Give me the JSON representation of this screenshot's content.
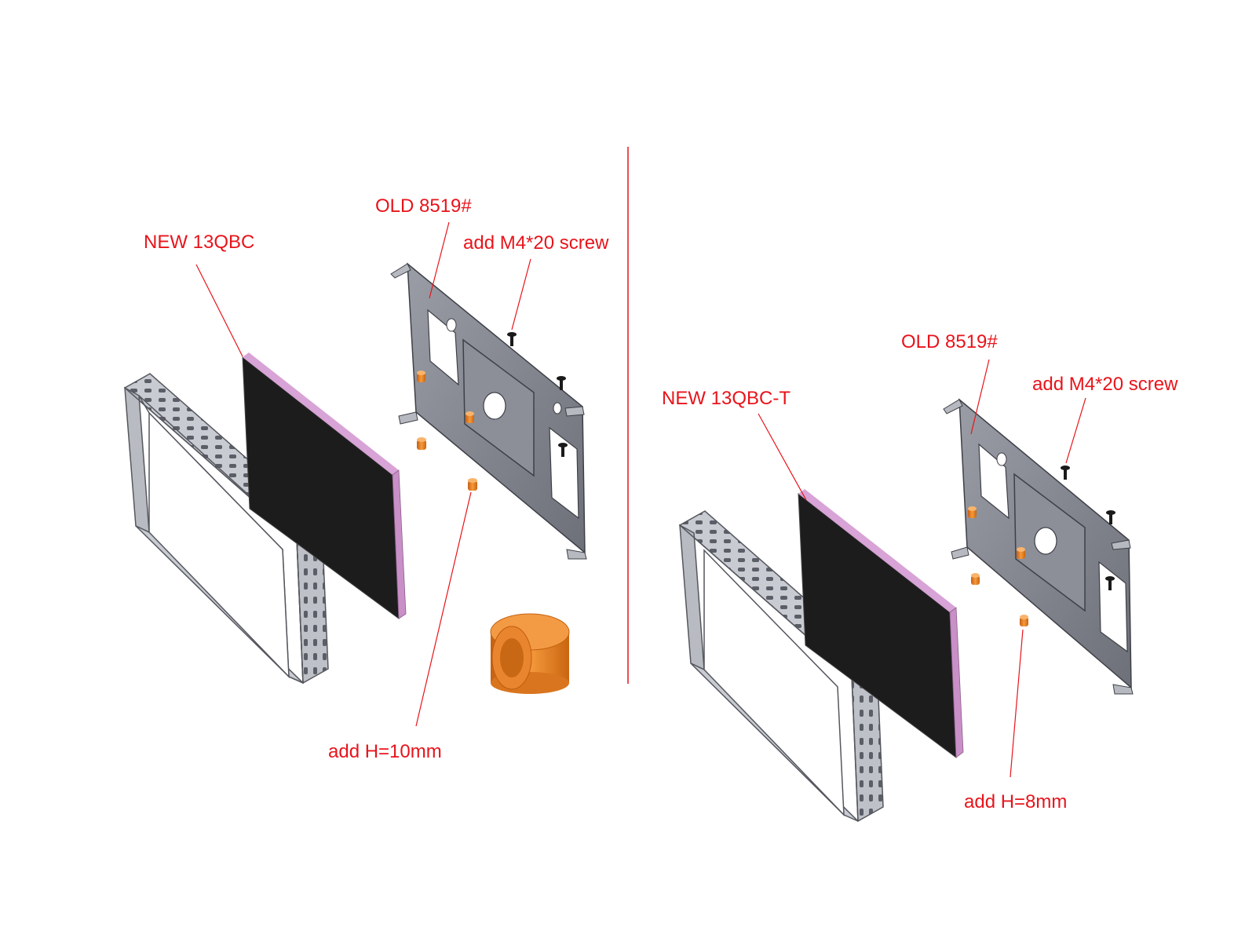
{
  "diagram": {
    "left_assembly": {
      "new_panel_label": "NEW 13QBC",
      "old_bracket_label": "OLD 8519#",
      "screw_label": "add M4*20 screw",
      "spacer_label": "add H=10mm"
    },
    "right_assembly": {
      "new_panel_label": "NEW 13QBC-T",
      "old_bracket_label": "OLD 8519#",
      "screw_label": "add M4*20 screw",
      "spacer_label": "add H=8mm"
    }
  },
  "colors": {
    "annotation": "#e8141b",
    "frame": "#c9cbd3",
    "frame_edge": "#55575e",
    "bracket": "#7f828c",
    "panel": "#1c1c1c",
    "panel_edge": "#d8a3d6",
    "spacer": "#f08a2c",
    "screw": "#1a1a1a"
  }
}
